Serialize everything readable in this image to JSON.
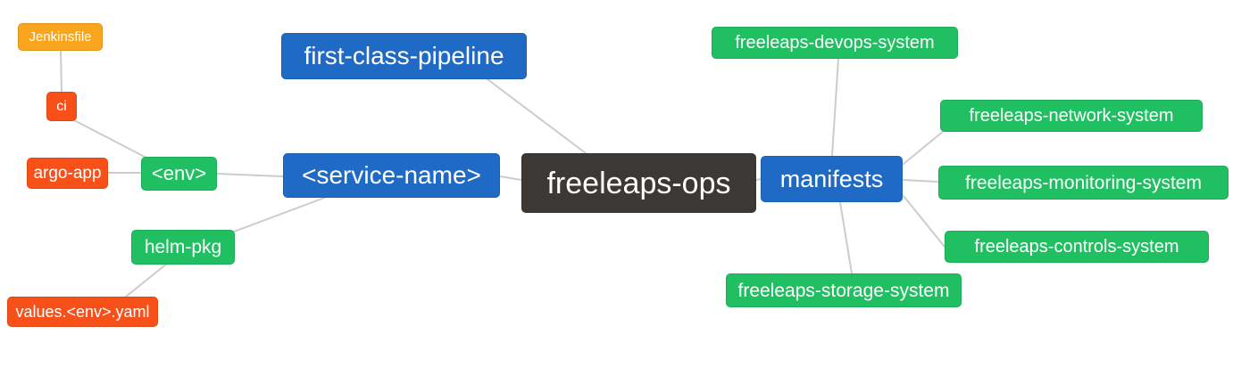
{
  "diagram": {
    "title": "freeleaps-ops repository mindmap",
    "connector_color": "#cccccc",
    "palette": {
      "blue": "#1f6ac4",
      "green": "#20bf61",
      "orange": "#faa51e",
      "red": "#f85019",
      "dark": "#3b3836",
      "text": "#ffffff",
      "background": "#ffffff"
    },
    "nodes": [
      {
        "id": "jenkinsfile",
        "label": "Jenkinsfile",
        "color": "orange"
      },
      {
        "id": "ci",
        "label": "ci",
        "color": "red"
      },
      {
        "id": "argo-app",
        "label": "argo-app",
        "color": "red"
      },
      {
        "id": "env",
        "label": "<env>",
        "color": "green"
      },
      {
        "id": "helm-pkg",
        "label": "helm-pkg",
        "color": "green"
      },
      {
        "id": "values-env-yaml",
        "label": "values.<env>.yaml",
        "color": "red"
      },
      {
        "id": "first-class-pipeline",
        "label": "first-class-pipeline",
        "color": "blue"
      },
      {
        "id": "service-name",
        "label": "<service-name>",
        "color": "blue"
      },
      {
        "id": "freeleaps-ops",
        "label": "freeleaps-ops",
        "color": "dark"
      },
      {
        "id": "manifests",
        "label": "manifests",
        "color": "blue"
      },
      {
        "id": "freeleaps-devops-system",
        "label": "freeleaps-devops-system",
        "color": "green"
      },
      {
        "id": "freeleaps-network-system",
        "label": "freeleaps-network-system",
        "color": "green"
      },
      {
        "id": "freeleaps-monitoring-system",
        "label": "freeleaps-monitoring-system",
        "color": "green"
      },
      {
        "id": "freeleaps-controls-system",
        "label": "freeleaps-controls-system",
        "color": "green"
      },
      {
        "id": "freeleaps-storage-system",
        "label": "freeleaps-storage-system",
        "color": "green"
      }
    ],
    "edges": [
      {
        "from": "jenkinsfile",
        "to": "ci"
      },
      {
        "from": "ci",
        "to": "env"
      },
      {
        "from": "argo-app",
        "to": "env"
      },
      {
        "from": "env",
        "to": "service-name"
      },
      {
        "from": "helm-pkg",
        "to": "service-name"
      },
      {
        "from": "values-env-yaml",
        "to": "helm-pkg"
      },
      {
        "from": "first-class-pipeline",
        "to": "freeleaps-ops"
      },
      {
        "from": "service-name",
        "to": "freeleaps-ops"
      },
      {
        "from": "freeleaps-ops",
        "to": "manifests"
      },
      {
        "from": "manifests",
        "to": "freeleaps-devops-system"
      },
      {
        "from": "manifests",
        "to": "freeleaps-network-system"
      },
      {
        "from": "manifests",
        "to": "freeleaps-monitoring-system"
      },
      {
        "from": "manifests",
        "to": "freeleaps-controls-system"
      },
      {
        "from": "manifests",
        "to": "freeleaps-storage-system"
      }
    ]
  }
}
